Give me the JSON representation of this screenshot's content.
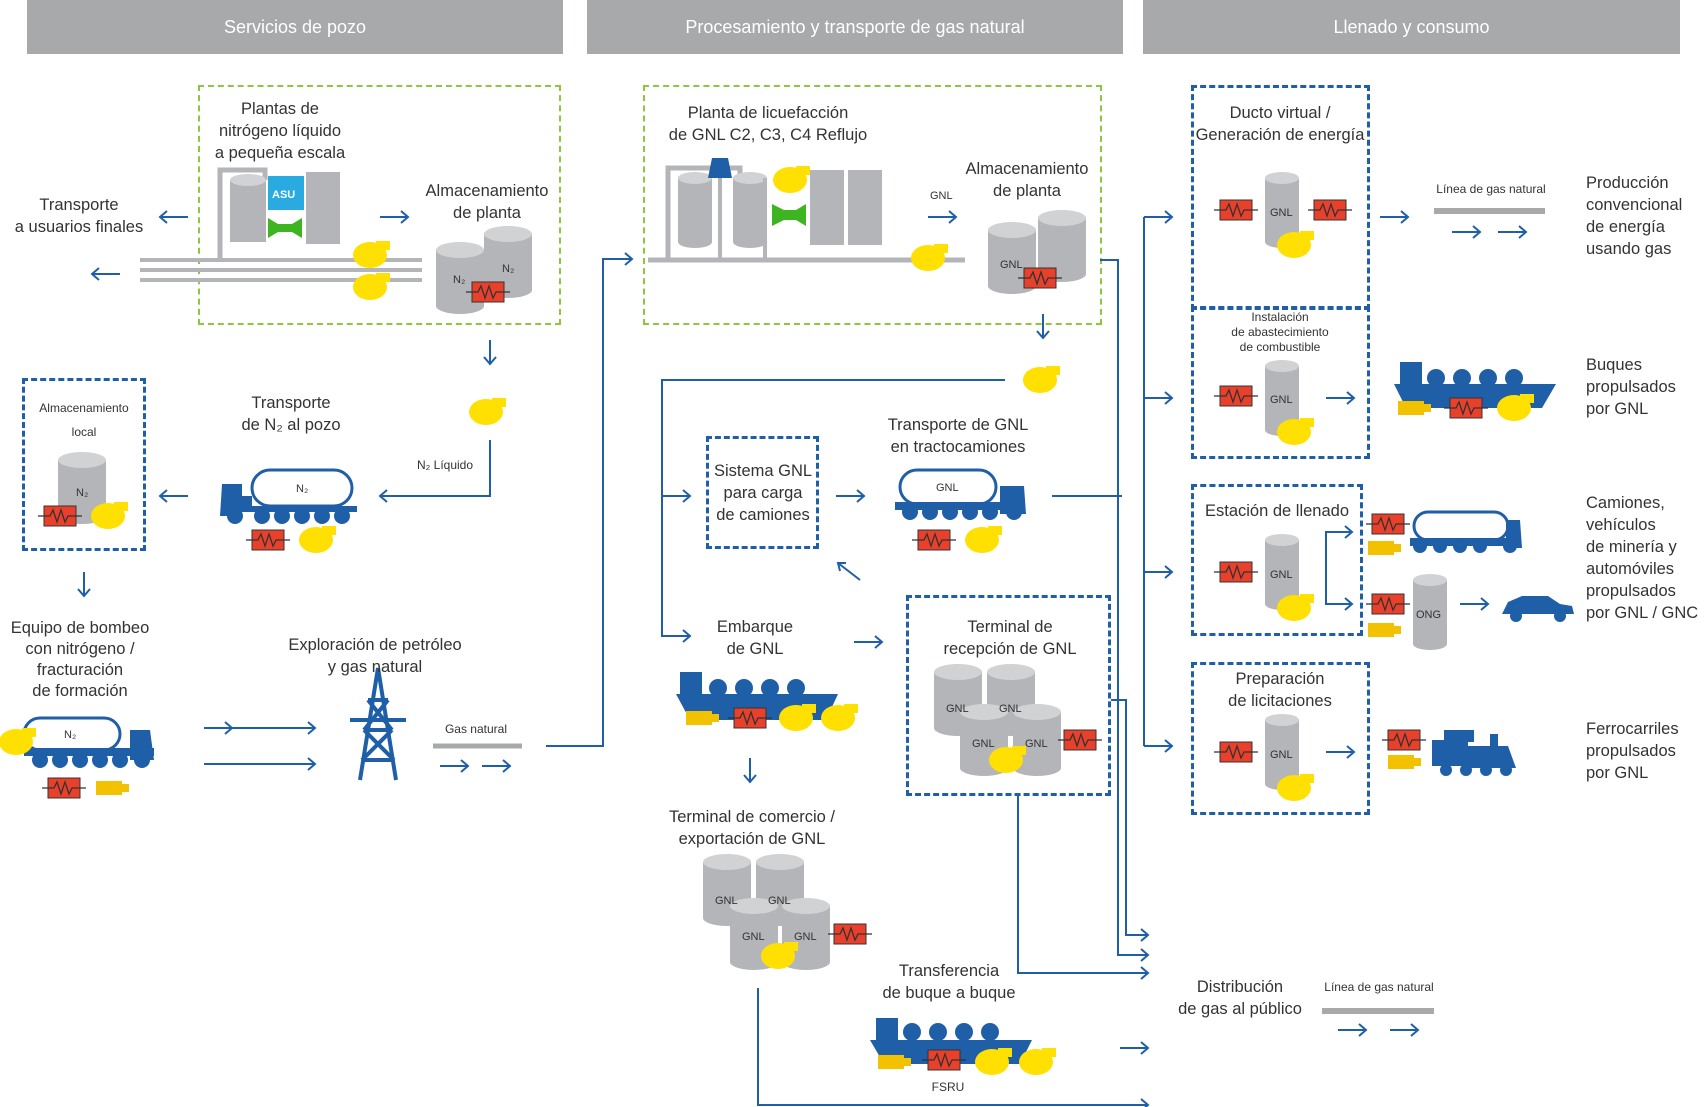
{
  "headers": [
    "Servicios de pozo",
    "Procesamiento y transporte de gas natural",
    "Llenado y consumo"
  ],
  "labels": {
    "nitrogen_plants": "Plantas de\nnitrógeno líquido\na pequeña escala",
    "storage_plant_1": "Almacenamiento\nde planta",
    "transport_end_users": "Transporte\na usuarios finales",
    "local_storage": "Almacenamiento\nlocal",
    "n2_transport": "Transporte\nde N₂ al pozo",
    "n2_liquid": "N₂ Líquido",
    "pumping_equipment": "Equipo de bombeo\ncon nitrógeno /\nfracturación\nde formación",
    "oil_gas_exploration": "Exploración de petróleo\ny gas natural",
    "natural_gas": "Gas natural",
    "liquefaction_plant": "Planta de licuefacción\nde GNL C2, C3, C4 Reflujo",
    "storage_plant_2": "Almacenamiento\nde planta",
    "gnl_small": "GNL",
    "lng_truck_system": "Sistema GNL\npara carga\nde camiones",
    "lng_truck_transport": "Transporte de GNL\nen tractocamiones",
    "lng_shipping": "Embarque\nde GNL",
    "lng_reception": "Terminal de\nrecepción de GNL",
    "trade_terminal": "Terminal de comercio /\nexportación de GNL",
    "ship_to_ship": "Transferencia\nde buque a buque",
    "fsru": "FSRU",
    "virtual_pipeline": "Ducto virtual /\nGeneración de energía",
    "gas_line_1": "Línea de gas natural",
    "conventional_power": "Producción\nconvencional\nde energía\nusando gas",
    "fuel_station": "Instalación\nde abastecimiento\nde combustible",
    "lng_ships": "Buques\npropulsados\npor GNL",
    "filling_station": "Estación de llenado",
    "trucks_vehicles": "Camiones,\nvehículos\nde minería y\nautomóviles\npropulsados\npor GNL / GNC",
    "bidding_prep": "Preparación\nde licitaciones",
    "lng_railroads": "Ferrocarriles\npropulsados\npor GNL",
    "public_distribution": "Distribución\nde gas al público",
    "gas_line_2": "Línea de gas natural"
  },
  "tank_tags": {
    "n2": "N₂",
    "gnl": "GNL",
    "ong": "ONG",
    "asu": "ASU"
  },
  "colors": {
    "header": "#a7a9ab",
    "blue": "#1f5fa8",
    "green_dash": "#8dc63f",
    "yellow": "#ffe000",
    "red": "#e8402a",
    "gray_tank": "#b3b5b8"
  }
}
